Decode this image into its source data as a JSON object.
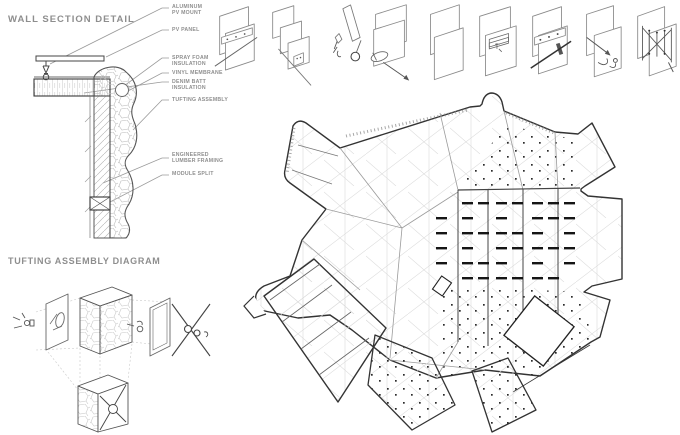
{
  "sheet": {
    "background": "#ffffff"
  },
  "colors": {
    "ink": "#2f2f2f",
    "mid": "#8a8a8a",
    "light": "#d6d6d6",
    "label_text": "#8f8f8f"
  },
  "wall_section": {
    "title": "WALL SECTION DETAIL",
    "labels": [
      {
        "id": "aluminum-pv-mount",
        "lines": [
          "ALUMINUM",
          "PV MOUNT"
        ]
      },
      {
        "id": "pv-panel",
        "lines": [
          "PV PANEL"
        ]
      },
      {
        "id": "spray-foam-insulation",
        "lines": [
          "SPRAY FOAM",
          "INSULATION"
        ]
      },
      {
        "id": "vinyl-membrane",
        "lines": [
          "VINYL MEMBRANE"
        ]
      },
      {
        "id": "denim-batt-insulation",
        "lines": [
          "DENIM BATT",
          "INSULATION"
        ]
      },
      {
        "id": "tufting-assembly",
        "lines": [
          "TUFTING ASSEMBLY"
        ]
      },
      {
        "id": "engineered-lumber-framing",
        "lines": [
          "ENGINEERED",
          "LUMBER FRAMING"
        ]
      },
      {
        "id": "module-split",
        "lines": [
          "MODULE SPLIT"
        ]
      }
    ]
  },
  "assembly_steps": {
    "count": 9,
    "steps": [
      {
        "name": "panels-batten-rod"
      },
      {
        "name": "stepped-panels-rod"
      },
      {
        "name": "clamp-and-tube"
      },
      {
        "name": "roller-and-pin"
      },
      {
        "name": "overlapping-panels"
      },
      {
        "name": "bracket-plate"
      },
      {
        "name": "batten-dark-rod"
      },
      {
        "name": "rod-and-hook"
      },
      {
        "name": "x-brace-truss"
      }
    ]
  },
  "tufting_diagram": {
    "title": "TUFTING ASSEMBLY DIAGRAM"
  },
  "unfold_pattern": {
    "name": "unfolded-module-cut-pattern"
  }
}
